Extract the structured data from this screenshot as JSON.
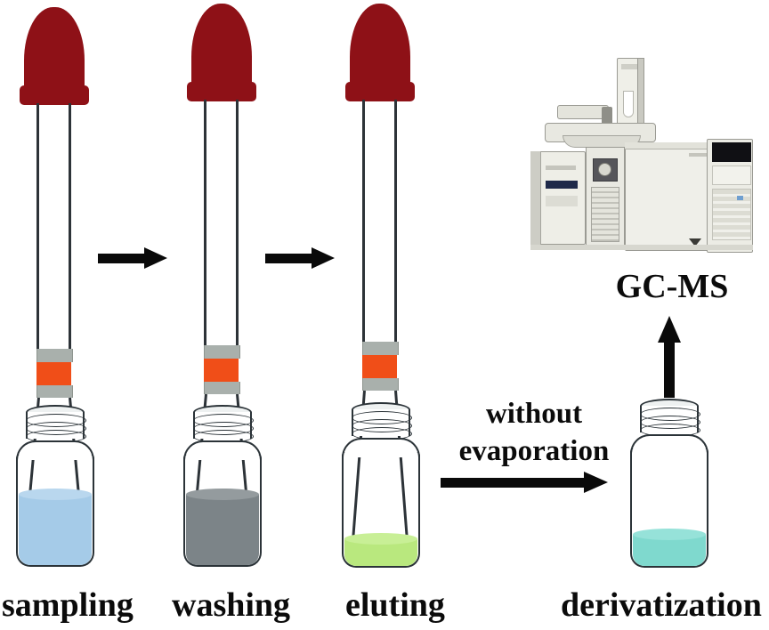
{
  "figure": {
    "type": "workflow-diagram",
    "subject": "pipette-tip solid phase extraction workflow coupled to GC-MS",
    "background_color": "#ffffff"
  },
  "steps": [
    {
      "id": "sampling",
      "label": "sampling",
      "liquid_color": "#a5cbe8",
      "liquid_name": "light-blue sample solution",
      "fill_level": "high",
      "pipette": true
    },
    {
      "id": "washing",
      "label": "washing",
      "liquid_color": "#7c8488",
      "liquid_name": "gray wash solution",
      "fill_level": "high",
      "pipette": true
    },
    {
      "id": "eluting",
      "label": "eluting",
      "liquid_color": "#b9e87e",
      "liquid_name": "green eluent",
      "fill_level": "low",
      "pipette": true
    },
    {
      "id": "derivatization",
      "label": "derivatization",
      "liquid_color": "#7fd9ce",
      "liquid_name": "cyan derivatized solution",
      "fill_level": "low",
      "pipette": false
    }
  ],
  "annotations": {
    "without_evaporation_line1": "without",
    "without_evaporation_line2": "evaporation",
    "gcms_label": "GC-MS"
  },
  "pipette": {
    "bulb_color": "#8e1117",
    "barrel_color": "#2d3338",
    "sorbent_color": "#f04e18",
    "frit_color": "#a9b0ac",
    "sorbent_name": "orange sorbent bed",
    "frit_name": "gray frit"
  },
  "instrument": {
    "name": "gc-ms-instrument",
    "body_color": "#e9e9e2",
    "accent_color": "#1a1a1a"
  },
  "arrows": {
    "color": "#0a0a0a",
    "sampling_to_washing": "arrow-right",
    "washing_to_eluting": "arrow-right",
    "eluting_to_derivatization": "arrow-right",
    "derivatization_to_gcms": "arrow-up"
  }
}
